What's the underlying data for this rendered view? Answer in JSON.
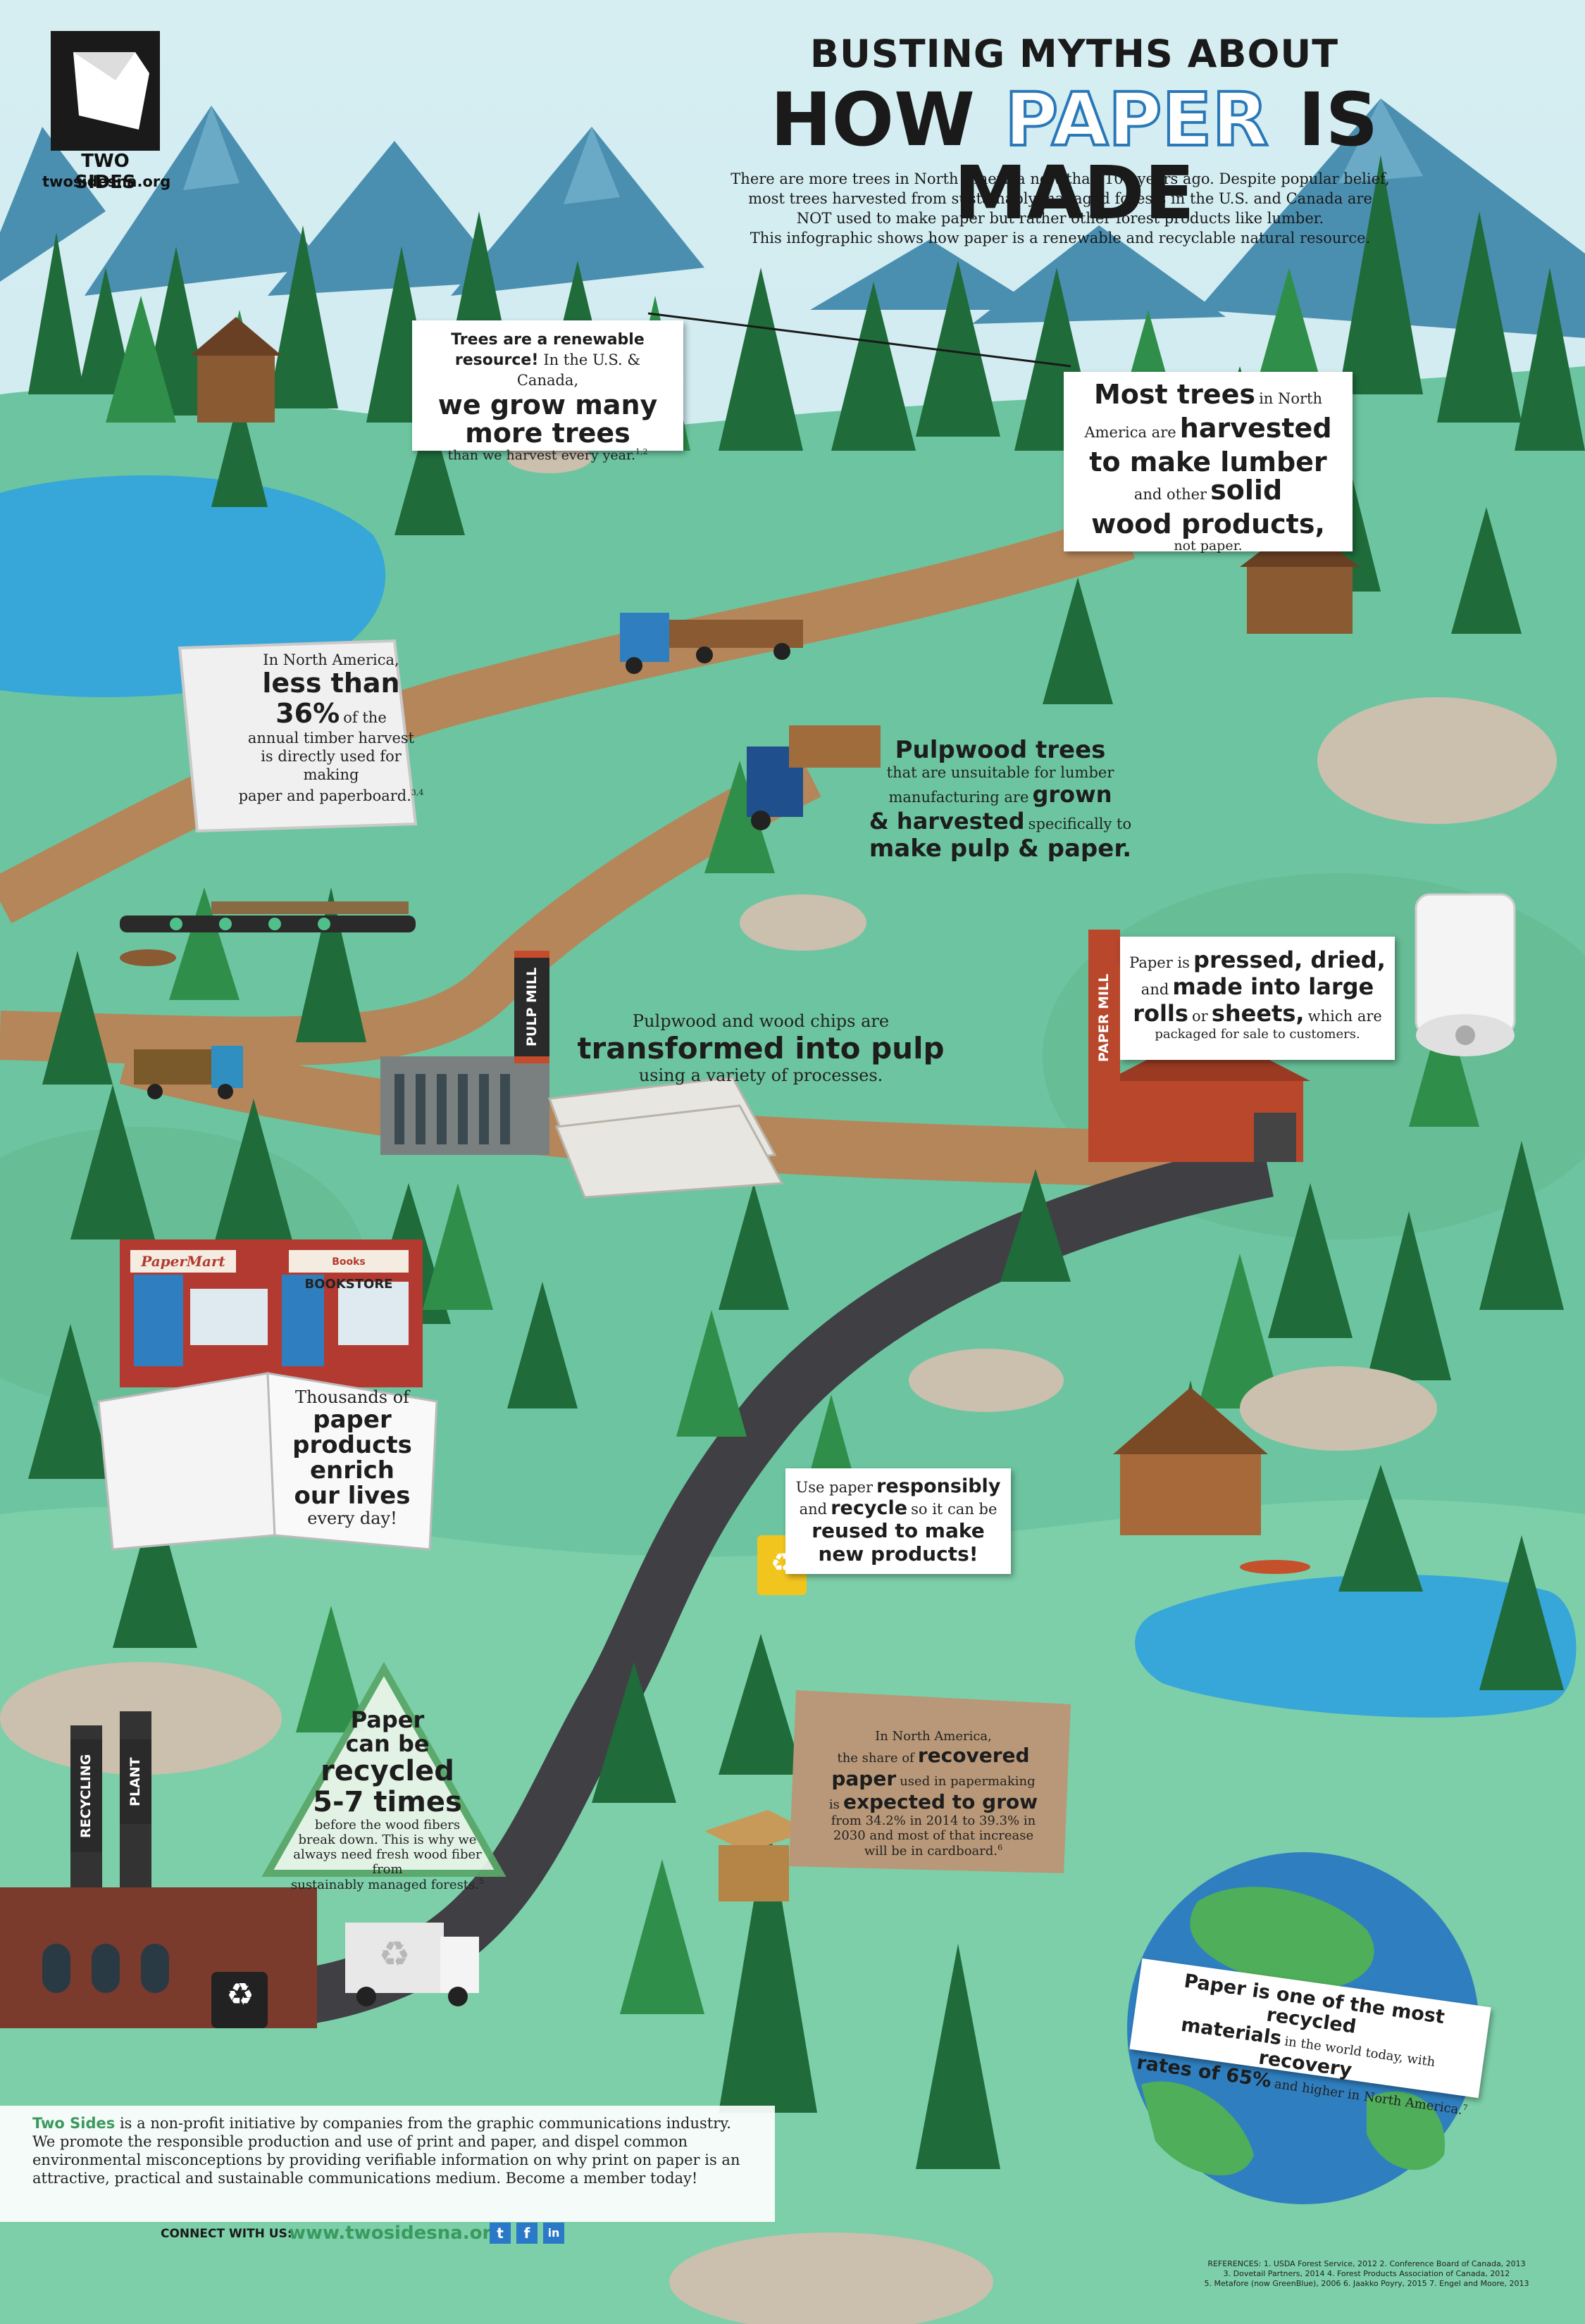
{
  "brand": {
    "logo_label": "TWO SIDES",
    "logo_url": "twosidesna.org"
  },
  "header": {
    "title_top": "BUSTING MYTHS ABOUT",
    "title_how": "HOW",
    "title_paper": "PAPER",
    "title_is_made": "IS MADE",
    "intro_1": "There are more trees in North America now than 100 years ago. Despite popular belief,",
    "intro_2": "most trees harvested from sustainably managed forests in the U.S. and Canada are",
    "intro_3": "NOT used to make paper but rather other forest products like lumber.",
    "intro_4": "This infographic shows how paper is a renewable and recyclable natural resource."
  },
  "callouts": {
    "renewable": {
      "a": "Trees are a renewable",
      "b": "resource!",
      "c": "In the U.S. & Canada,",
      "d": "we grow many",
      "e": "more trees",
      "f": "than we harvest every year.",
      "sup": "1,2"
    },
    "lumber": {
      "a": "Most trees",
      "b": "in North",
      "c": "America are",
      "d": "harvested",
      "e": "to make lumber",
      "f": "and other",
      "g": "solid",
      "h": "wood products,",
      "i": "not paper."
    },
    "harvest_share": {
      "a": "In North America,",
      "b": "less than",
      "c": "36%",
      "d": "of the",
      "e": "annual timber harvest",
      "f": "is directly used for making",
      "g": "paper and paperboard.",
      "sup": "3,4"
    },
    "pulpwood": {
      "a": "Pulpwood trees",
      "b": "that are unsuitable for lumber",
      "c": "manufacturing are",
      "d": "grown",
      "e": "& harvested",
      "f": "specifically to",
      "g": "make pulp & paper."
    },
    "pulp": {
      "a": "Pulpwood and wood chips are",
      "b": "transformed into pulp",
      "c": "using a variety of processes."
    },
    "pressed": {
      "a": "Paper is",
      "b": "pressed, dried,",
      "c": "and",
      "d": "made into large",
      "e": "rolls",
      "f": "or",
      "g": "sheets,",
      "h": "which are",
      "i": "packaged for sale to customers."
    },
    "products": {
      "a": "Thousands of",
      "b": "paper",
      "c": "products",
      "d": "enrich",
      "e": "our lives",
      "f": "every day!"
    },
    "responsibly": {
      "a": "Use paper",
      "b": "responsibly",
      "c": "and",
      "d": "recycle",
      "e": "so it can be",
      "f": "reused to make",
      "g": "new products!"
    },
    "recycled_times": {
      "a": "Paper",
      "b": "can be",
      "c": "recycled",
      "d": "5-7 times",
      "e": "before the wood fibers",
      "f": "break down. This is why we",
      "g": "always need fresh wood fiber from",
      "h": "sustainably managed forests.",
      "sup": "5"
    },
    "recovered": {
      "a": "In North America,",
      "b": "the share of",
      "c": "recovered",
      "d": "paper",
      "e": "used in papermaking",
      "f": "is",
      "g": "expected to grow",
      "h": "from 34.2% in 2014 to 39.3% in",
      "i": "2030 and most of that increase",
      "j": "will be in cardboard.",
      "sup": "6"
    },
    "globe": {
      "a": "Paper is one of the most recycled",
      "b": "materials",
      "c": "in the world today, with",
      "d": "recovery",
      "e": "rates of 65%",
      "f": "and higher in North America.",
      "sup": "7"
    }
  },
  "signs": {
    "pulp_mill": "PULP MILL",
    "paper_mill": "PAPER MILL",
    "recycling": "RECYCLING",
    "plant": "PLANT",
    "papermart": "PaperMart",
    "bookstore": "BOOKSTORE",
    "books": "Books"
  },
  "footer": {
    "brand": "Two Sides",
    "text": "is a non-profit initiative by companies from the graphic communications industry. We promote the responsible production and use of print and paper, and dispel common environmental misconceptions by providing verifiable information on why print on paper is an attractive, practical and sustainable communications medium. Become a member today!",
    "connect_label": "CONNECT WITH US:",
    "connect_url": "www.twosidesna.org",
    "social_twitter": "t",
    "social_facebook": "f",
    "social_linkedin": "in"
  },
  "references": {
    "line_1": "REFERENCES: 1. USDA Forest Service, 2012 2. Conference Board of Canada, 2013",
    "line_2": "3. Dovetail Partners, 2014 4. Forest Products Association of Canada, 2012",
    "line_3": "5. Metafore (now GreenBlue), 2006 6. Jaakko Poyry, 2015 7. Engel and Moore, 2013"
  },
  "colors": {
    "sky": "#d8eef2",
    "mountain": "#4a8fb0",
    "grass": "#6cc5a0",
    "dirt_road": "#b5865a",
    "paved_road": "#3f3f44",
    "water": "#37a6d8",
    "tree_dark": "#1f6b3a",
    "tree_light": "#2f8f4a",
    "brand_green": "#3a9a5e",
    "accent_blue": "#2a78b8"
  }
}
